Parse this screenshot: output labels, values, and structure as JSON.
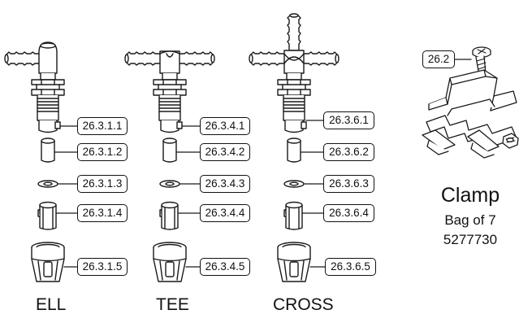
{
  "groups": [
    {
      "name": "ELL",
      "labels": [
        "26.3.1.1",
        "26.3.1.2",
        "26.3.1.3",
        "26.3.1.4",
        "26.3.1.5"
      ]
    },
    {
      "name": "TEE",
      "labels": [
        "26.3.4.1",
        "26.3.4.2",
        "26.3.4.3",
        "26.3.4.4",
        "26.3.4.5"
      ]
    },
    {
      "name": "CROSS",
      "labels": [
        "26.3.6.1",
        "26.3.6.2",
        "26.3.6.3",
        "26.3.6.4",
        "26.3.6.5"
      ]
    }
  ],
  "clamp": {
    "callout": "26.2",
    "title": "Clamp",
    "bag": "Bag of 7",
    "part_number": "5277730"
  }
}
